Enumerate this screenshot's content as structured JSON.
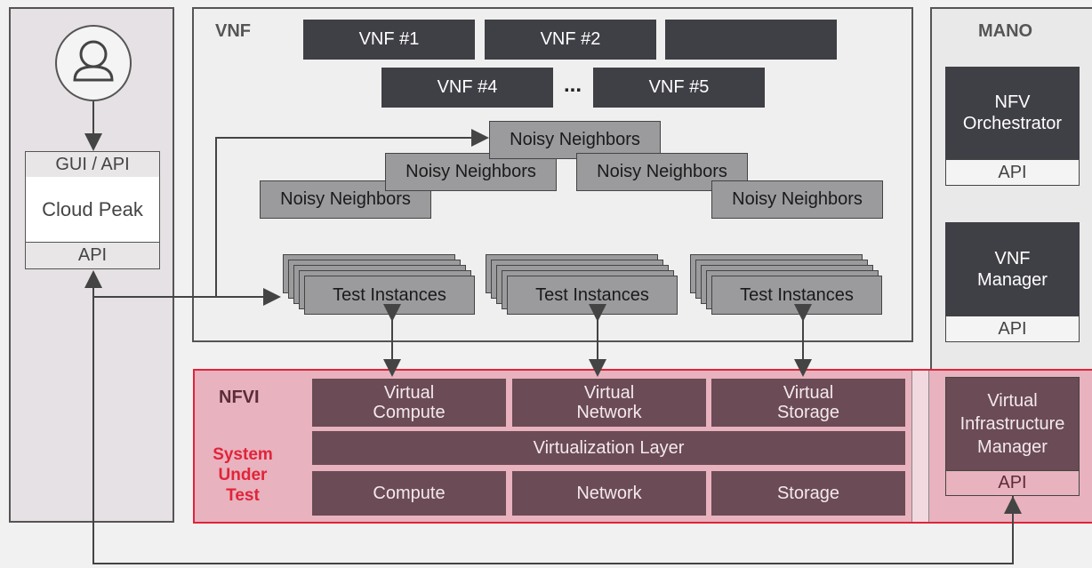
{
  "user": {
    "icon": "user-icon"
  },
  "cloud_peak": {
    "top_label": "GUI / API",
    "name": "Cloud Peak",
    "bottom_label": "API"
  },
  "vnf": {
    "title": "VNF",
    "boxes": [
      "VNF #1",
      "VNF #2",
      "",
      "VNF #4",
      "VNF #5"
    ],
    "ellipsis": "..."
  },
  "noisy": [
    "Noisy Neighbors",
    "Noisy Neighbors",
    "Noisy Neighbors",
    "Noisy Neighbors",
    "Noisy Neighbors"
  ],
  "test_instances": [
    "Test Instances",
    "Test Instances",
    "Test Instances"
  ],
  "nfvi": {
    "title": "NFVI",
    "sut": [
      "System",
      "Under",
      "Test"
    ],
    "virtual": [
      {
        "line1": "Virtual",
        "line2": "Compute"
      },
      {
        "line1": "Virtual",
        "line2": "Network"
      },
      {
        "line1": "Virtual",
        "line2": "Storage"
      }
    ],
    "virtualization_layer": "Virtualization Layer",
    "hardware": [
      "Compute",
      "Network",
      "Storage"
    ]
  },
  "mano": {
    "title": "MANO",
    "orchestrator": {
      "line1": "NFV",
      "line2": "Orchestrator",
      "api": "API"
    },
    "vnf_manager": {
      "line1": "VNF",
      "line2": "Manager",
      "api": "API"
    },
    "vim": {
      "line1": "Virtual",
      "line2": "Infrastructure",
      "line3": "Manager",
      "api": "API"
    }
  },
  "colors": {
    "sut_red": "#e0243a",
    "nfvi_pink": "#e8b2be",
    "vnf_dark": "#3f3f46",
    "mauve": "#6b4b55"
  }
}
